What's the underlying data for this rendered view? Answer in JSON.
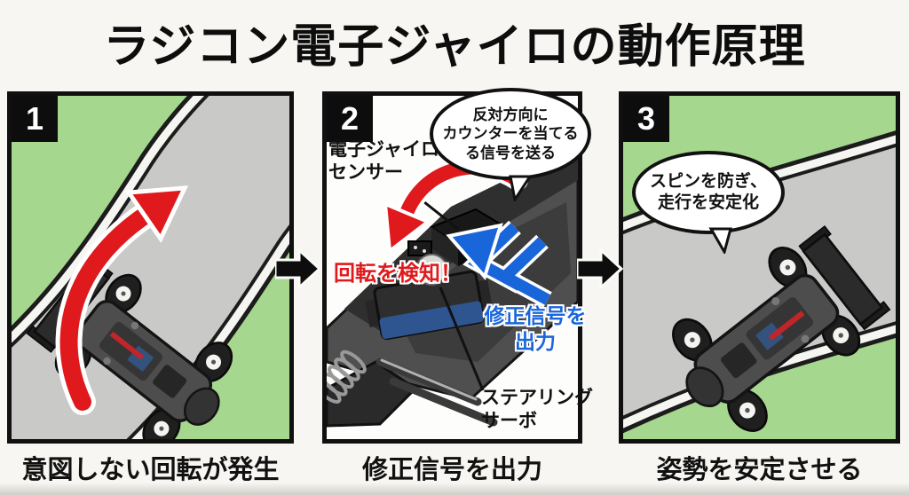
{
  "title": "ラジコン電子ジャイロの動作原理",
  "step1": {
    "number": "1",
    "caption": "意図しない回転が発生"
  },
  "step2": {
    "number": "2",
    "caption": "修正信号を出力",
    "gyro_label": [
      "電子ジャイロ",
      "センサー"
    ],
    "bubble": [
      "反対方向に",
      "カウンターを当てる",
      "る信号を送る"
    ],
    "detect": "回転を検知！",
    "output": [
      "修正信号を",
      "出力"
    ],
    "servo_label": [
      "ステアリング",
      "サーボ"
    ]
  },
  "step3": {
    "number": "3",
    "caption": "姿勢を安定させる",
    "bubble": [
      "スピンを防ぎ、",
      "走行を安定化"
    ]
  },
  "colors": {
    "grass": "#a6d78f",
    "road": "#c9c9c7",
    "alert_red": "#e0191c",
    "signal_blue": "#1966db",
    "ink": "#111111"
  }
}
